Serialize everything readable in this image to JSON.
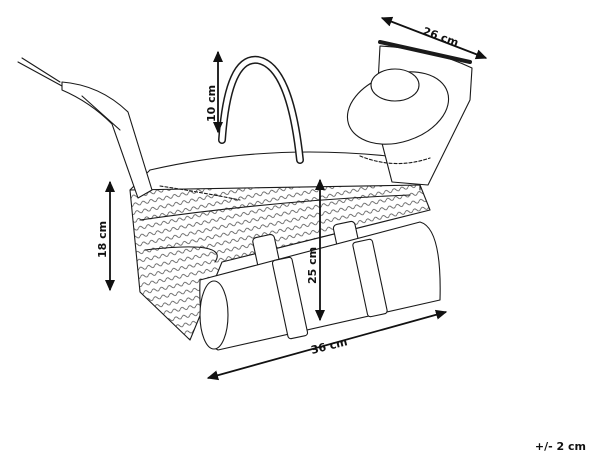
{
  "dimensions": {
    "depth": "26 cm",
    "handle_height": "10 cm",
    "side_height": "18 cm",
    "total_height": "25 cm",
    "width": "36 cm"
  },
  "tolerance": "+/- 2 cm",
  "colors": {
    "line": "#1a1a1a",
    "background": "#ffffff"
  }
}
